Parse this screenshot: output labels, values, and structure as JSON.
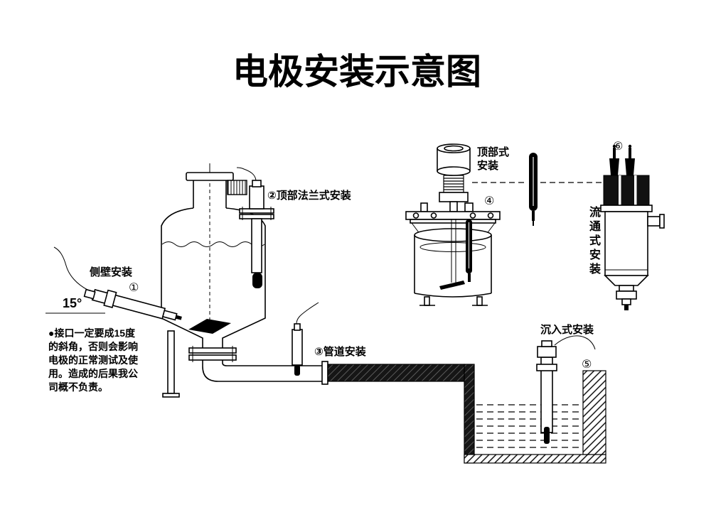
{
  "title": "电极安装示意图",
  "installations": {
    "side_wall": {
      "label": "侧壁安装",
      "num": "①",
      "angle": "15°"
    },
    "top_flange": {
      "num": "②",
      "label": "顶部法兰式安装"
    },
    "pipeline": {
      "num": "③",
      "label": "管道安装"
    },
    "top_mount": {
      "label_line1": "顶部式",
      "label_line2": "安装",
      "num": "④"
    },
    "immersion": {
      "label": "沉入式安装",
      "num": "⑤"
    },
    "flow_through": {
      "num": "⑥",
      "label_chars": [
        "流",
        "通",
        "式",
        "安",
        "装"
      ]
    }
  },
  "warning": {
    "lines": [
      "●接口一定要成15度",
      "的斜角，否则会影响",
      "电极的正常测试及使",
      "用。造成的后果我公",
      "司概不负责。"
    ]
  },
  "colors": {
    "ink": "#000000",
    "background": "#ffffff"
  }
}
